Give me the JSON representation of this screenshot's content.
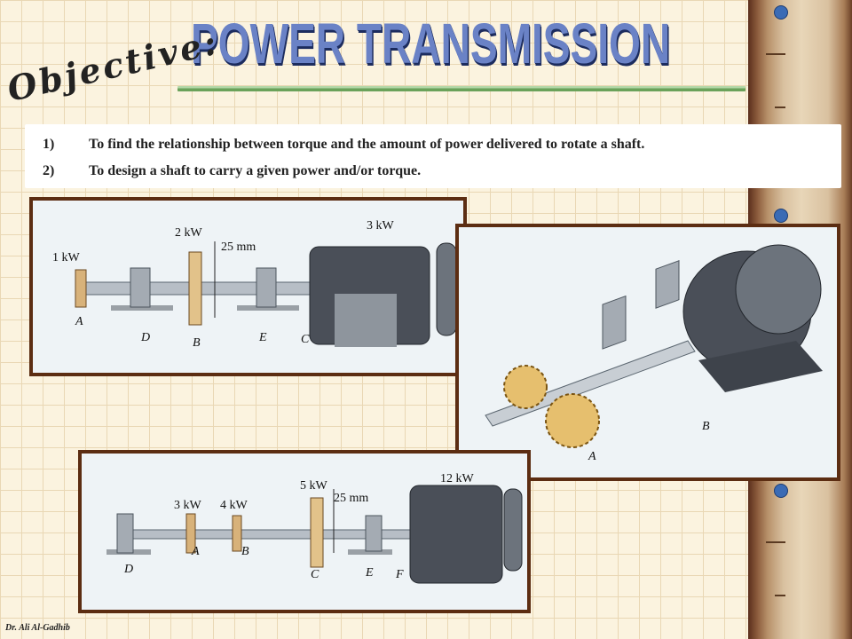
{
  "slide": {
    "title": "POWER TRANSMISSION",
    "objective_heading": "Objective:",
    "objectives": [
      {
        "num": "1)",
        "text": "To find the relationship between torque and the amount of power delivered to rotate a shaft."
      },
      {
        "num": "2)",
        "text": "To design a shaft to carry a given power and/or torque."
      }
    ],
    "footer": "Dr. Ali Al-Gadhib"
  },
  "figure1": {
    "powers": {
      "p1": "1 kW",
      "p2": "2 kW",
      "p3": "3 kW"
    },
    "dimension": "25 mm",
    "points": {
      "a": "A",
      "d": "D",
      "b": "B",
      "e": "E",
      "c": "C"
    }
  },
  "figure2": {
    "points": {
      "a": "A",
      "b": "B"
    }
  },
  "figure3": {
    "powers": {
      "p1": "3 kW",
      "p2": "4 kW",
      "p3": "5 kW",
      "p4": "12 kW"
    },
    "dimension": "25 mm",
    "points": {
      "d": "D",
      "a": "A",
      "b": "B",
      "c": "C",
      "e": "E",
      "f": "F"
    }
  },
  "colors": {
    "frame": "#5c2d12",
    "title": "#6a82c6",
    "rule": "#6aa25a",
    "motor": "#4a4f58"
  }
}
